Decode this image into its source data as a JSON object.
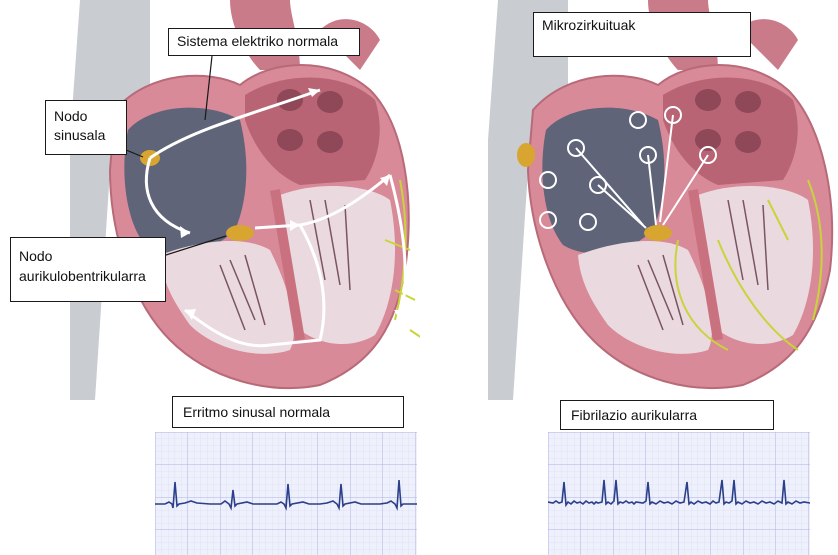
{
  "labels": {
    "normal_system": "Sistema elektriko normala",
    "micro_circuits": "Mikrozirkuituak",
    "sinus_node": "Nodo sinusala",
    "av_node": "Nodo aurikulobentrikularra",
    "normal_rhythm": "Erritmo sinusal normala",
    "atrial_fibrillation": "Fibrilazio aurikularra"
  },
  "colors": {
    "heart_outer": "#d98a98",
    "heart_muscle": "#c9717f",
    "atrium_cavity": "#5f6478",
    "ventricle_lining": "#e8d6da",
    "node": "#d8a530",
    "purkinje": "#c8d43a",
    "conduction_arrow": "#ffffff",
    "ecg_grid_bg": "#eef0fb",
    "ecg_grid_line": "#c3c6ee",
    "ecg_trace": "#2b3f8a",
    "vessel_gray": "#c4c7cc"
  }
}
